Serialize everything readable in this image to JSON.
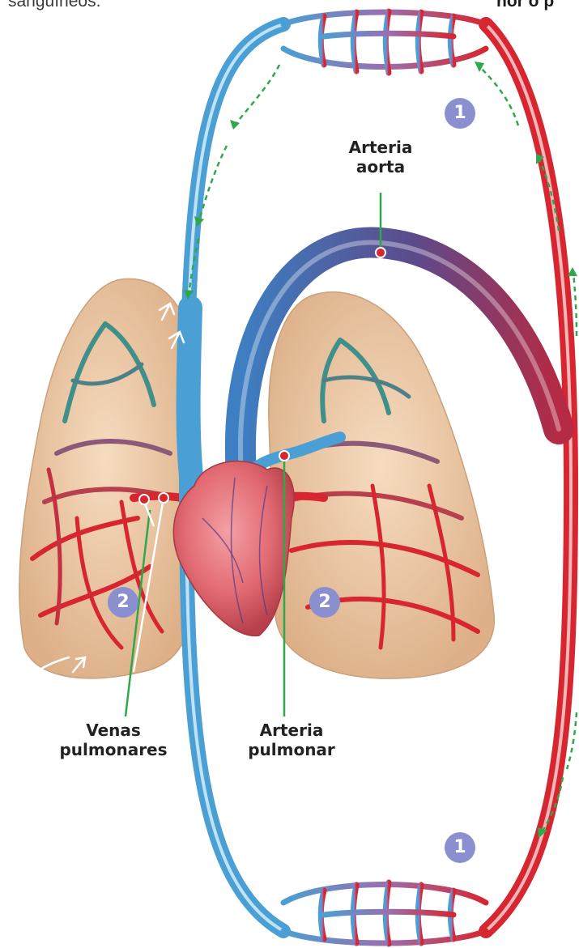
{
  "header": {
    "left_text": "sanguíneos.",
    "right_text": "nor o p"
  },
  "labels": {
    "aorta": [
      "Arteria",
      "aorta"
    ],
    "venas_pulmonares": [
      "Venas",
      "pulmonares"
    ],
    "arteria_pulmonar": [
      "Arteria",
      "pulmonar"
    ]
  },
  "badges": {
    "top_capillaries": "1",
    "bottom_capillaries": "1",
    "left_lung": "2",
    "right_lung": "2"
  },
  "colors": {
    "arterial_red": "#d7262f",
    "venous_blue": "#4a9fd4",
    "aorta_purple": "#5d4a8a",
    "lung_tan": "#ecc9a6",
    "heart_red": "#e8707a",
    "arrow_green": "#2ea84a",
    "leader_green": "#2ea84a",
    "badge_purple": "#8a8fd0",
    "lung_vessel_teal": "#3f8f8a"
  }
}
